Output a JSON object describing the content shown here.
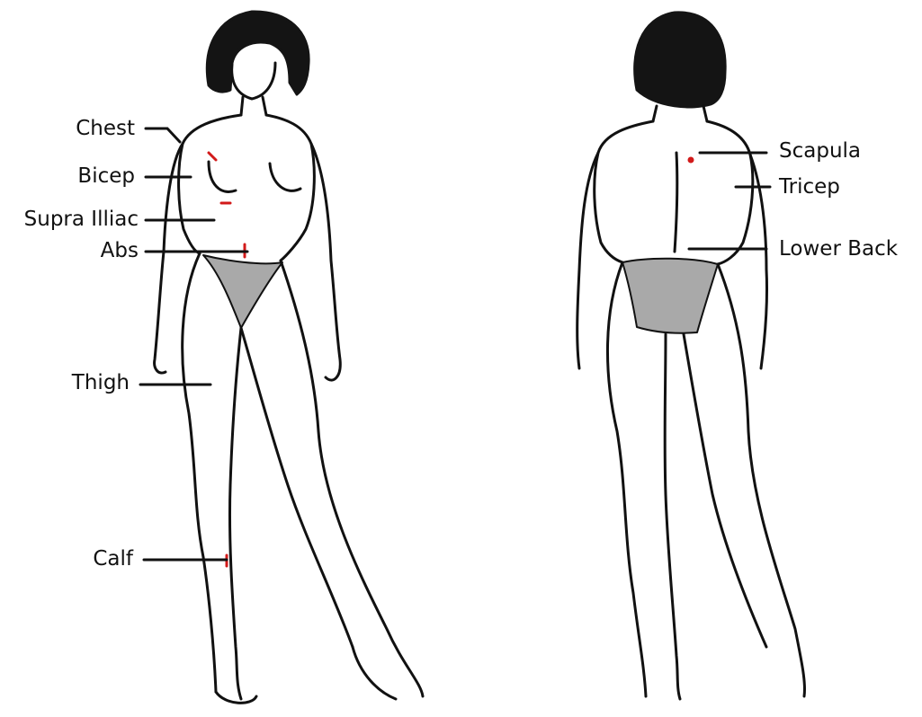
{
  "diagram": {
    "figures": [
      {
        "view": "front"
      },
      {
        "view": "back"
      }
    ],
    "labels": {
      "chest": "Chest",
      "bicep": "Bicep",
      "supra_illiac": "Supra Illiac",
      "abs": "Abs",
      "thigh": "Thigh",
      "calf": "Calf",
      "scapula": "Scapula",
      "tricep": "Tricep",
      "lower_back": "Lower Back"
    },
    "colors": {
      "ink": "#111111",
      "marker": "#d21a1a",
      "garment": "#a9a9a9",
      "hair": "#141414"
    }
  }
}
